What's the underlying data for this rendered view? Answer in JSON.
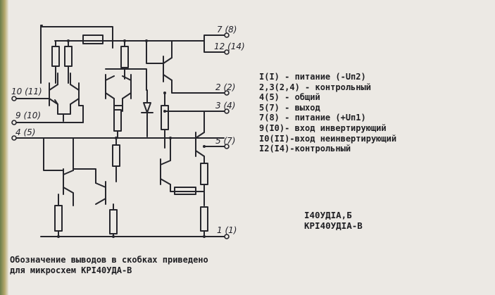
{
  "pins": {
    "p7": "7 (8)",
    "p12": "12 (14)",
    "p2": "2 (2)",
    "p3": "3 (4)",
    "p5": "5 (7)",
    "p10": "10 (11)",
    "p9": "9 (10)",
    "p4": "4 (5)",
    "p1": "1 (1)"
  },
  "legend": [
    "I(I) - питание (-Uп2)",
    "2,3(2,4) - контрольный",
    "4(5) - общий",
    "5(7) - выход",
    "7(8) - питание (+Uп1)",
    "9(I0)- вход инвертирующий",
    "I0(II)-вход неинвертирующий",
    "I2(I4)-контрольный"
  ],
  "model": [
    "I40УДIА,Б",
    "КРI40УДIА-В"
  ],
  "note": [
    "Обозначение выводов в скобках приведено",
    "для микросхем КРI40УДА-В"
  ]
}
